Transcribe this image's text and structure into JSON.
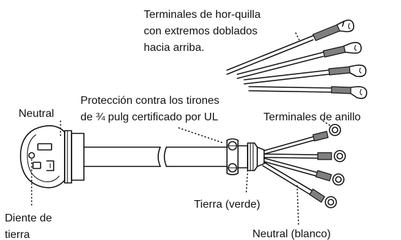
{
  "labels": {
    "fork_terminals": [
      "Terminales de hor-quilla",
      "con extremos doblados",
      "hacia arriba."
    ],
    "strain_relief": [
      "Protección contra los tirones",
      "de ¾ pulg certificado por UL"
    ],
    "neutral": "Neutral",
    "ring_terminals": "Terminales de anillo",
    "ground_prong": [
      "Diente de",
      "tierra"
    ],
    "ground_green": "Tierra (verde)",
    "neutral_white": "Neutral  (blanco)"
  },
  "colors": {
    "ink": "#111111",
    "wire_fill": "#7f7f7f",
    "background": "#ffffff"
  }
}
